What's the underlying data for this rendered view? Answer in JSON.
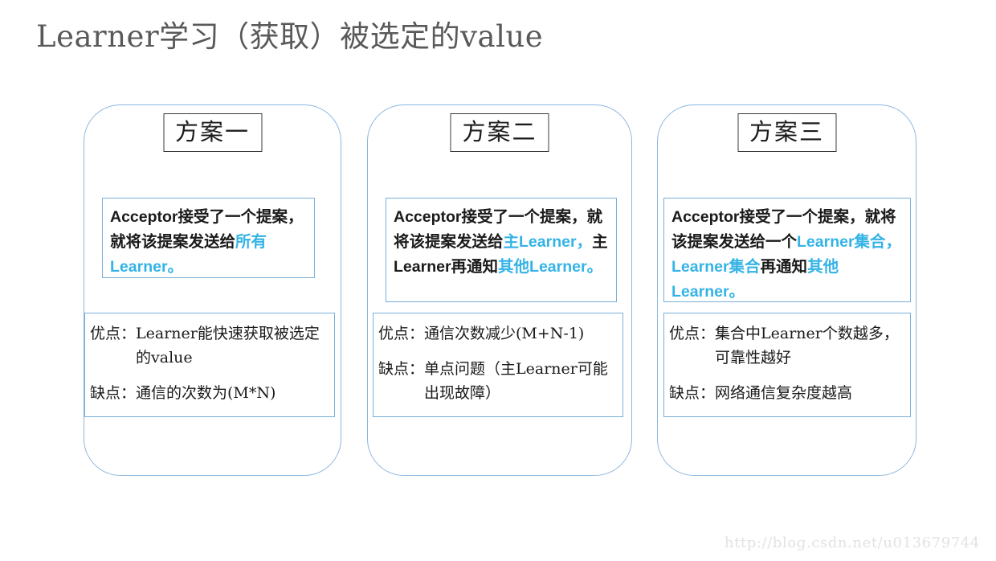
{
  "page": {
    "title": "Learner学习（获取）被选定的value",
    "watermark": "http://blog.csdn.net/u013679744",
    "accent_blue": "#34b3e6",
    "panel_border": "#8cb6de",
    "box_border": "#7aafdb",
    "title_color": "#595959"
  },
  "panels": [
    {
      "heading": "方案一",
      "description": {
        "segments": [
          {
            "text": "Acceptor接受了一个提案，就将该提案发送给",
            "highlight": false
          },
          {
            "text": "所有Learner。",
            "highlight": true
          }
        ],
        "plain": "Acceptor接受了一个提案，就将该提案发送给所有Learner。"
      },
      "pros_cons": [
        {
          "label": "优点：",
          "value": "Learner能快速获取被选定的value"
        },
        {
          "label": "缺点：",
          "value": "通信的次数为(M*N)"
        }
      ]
    },
    {
      "heading": "方案二",
      "description": {
        "segments": [
          {
            "text": "Acceptor接受了一个提案，就将该提案发送给",
            "highlight": false
          },
          {
            "text": "主Learner，",
            "highlight": true
          },
          {
            "text": "主Learner再通知",
            "highlight": false
          },
          {
            "text": "其他Learner。",
            "highlight": true
          }
        ],
        "plain": "Acceptor接受了一个提案，就将该提案发送给主Learner，主Learner再通知其他Learner。"
      },
      "pros_cons": [
        {
          "label": "优点：",
          "value": "通信次数减少(M+N-1)"
        },
        {
          "label": "缺点：",
          "value": "单点问题（主Learner可能出现故障）"
        }
      ]
    },
    {
      "heading": "方案三",
      "description": {
        "segments": [
          {
            "text": "Acceptor接受了一个提案，就将该提案发送给一个",
            "highlight": false
          },
          {
            "text": "Learner集合，Learner集合",
            "highlight": true
          },
          {
            "text": "再通知",
            "highlight": false
          },
          {
            "text": "其他Learner。",
            "highlight": true
          }
        ],
        "plain": "Acceptor接受了一个提案，就将该提案发送给一个Learner集合，Learner集合再通知其他Learner。"
      },
      "pros_cons": [
        {
          "label": "优点：",
          "value": "集合中Learner个数越多，可靠性越好"
        },
        {
          "label": "缺点：",
          "value": "网络通信复杂度越高"
        }
      ]
    }
  ]
}
